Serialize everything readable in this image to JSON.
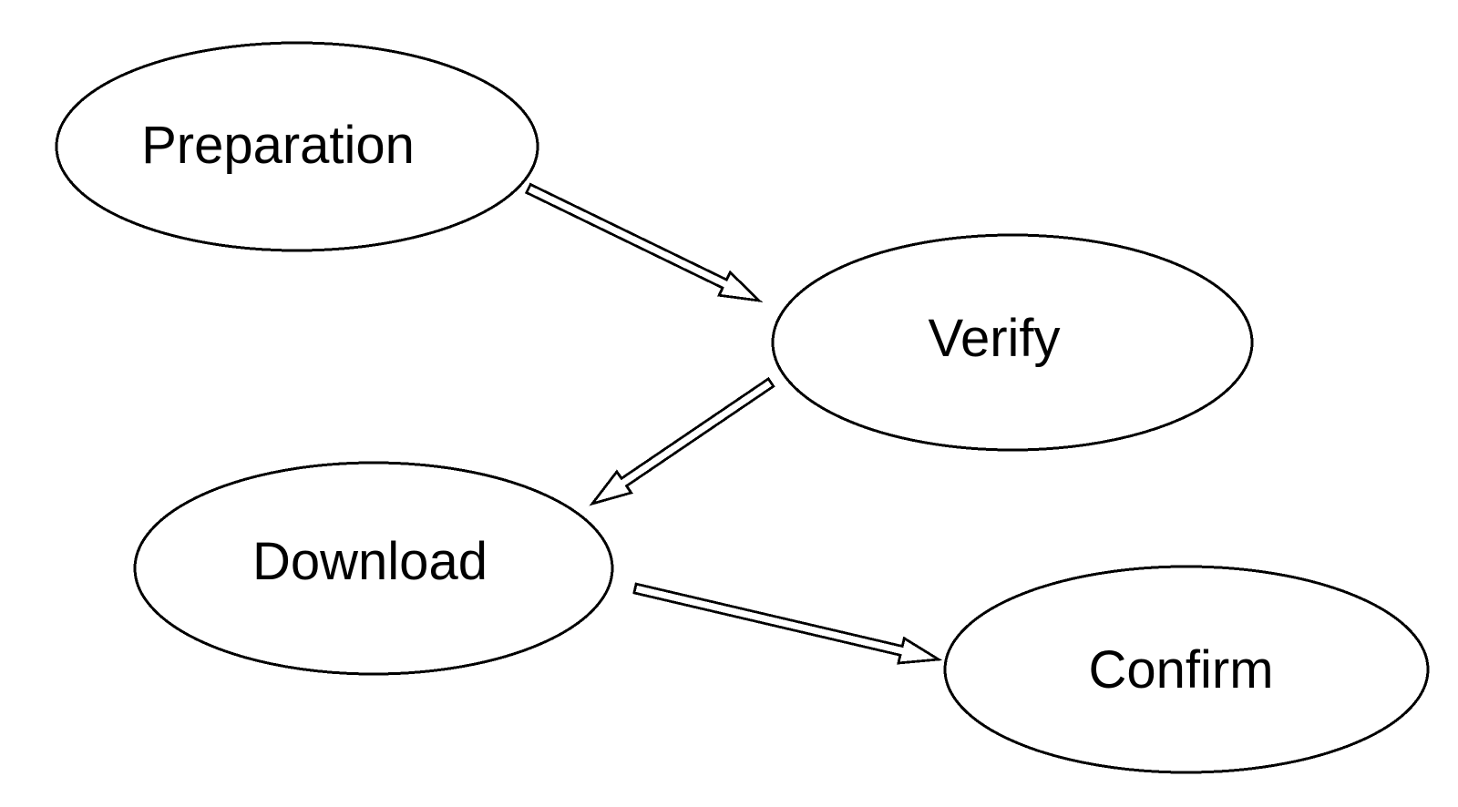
{
  "diagram": {
    "type": "flowchart",
    "background_color": "#ffffff",
    "line_color": "#000000",
    "nodes": [
      {
        "id": "preparation",
        "label": "Preparation"
      },
      {
        "id": "verify",
        "label": "Verify"
      },
      {
        "id": "download",
        "label": "Download"
      },
      {
        "id": "confirm",
        "label": "Confirm"
      }
    ],
    "edges": [
      {
        "from": "preparation",
        "to": "verify"
      },
      {
        "from": "verify",
        "to": "download"
      },
      {
        "from": "download",
        "to": "confirm"
      }
    ]
  }
}
